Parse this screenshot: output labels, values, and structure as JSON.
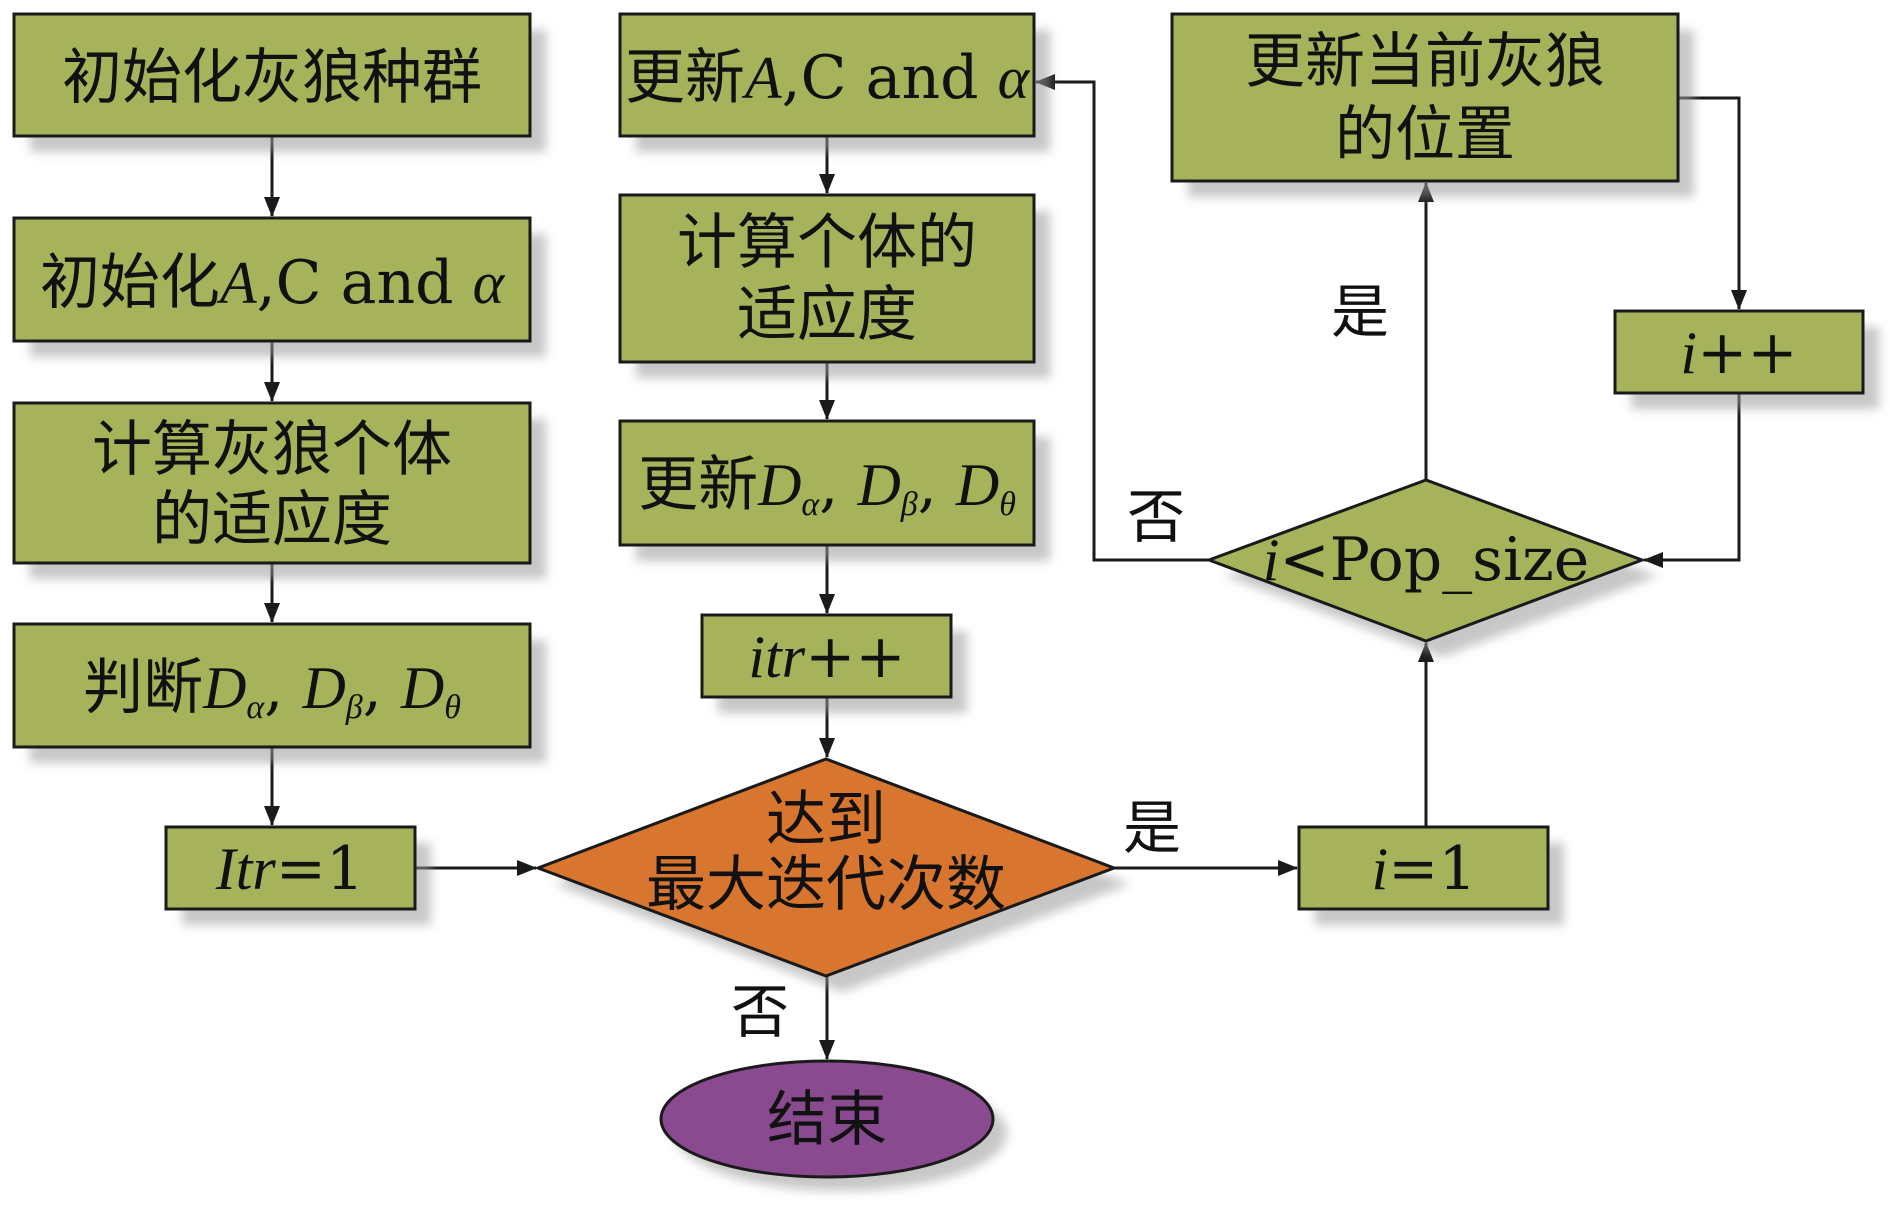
{
  "diagram": {
    "type": "flowchart",
    "colors": {
      "process": "#a6b35a",
      "decision_main": "#d8752e",
      "decision_inner": "#a6b35a",
      "terminal": "#8a4a90",
      "stroke": "#1a1a1a"
    },
    "nodes": {
      "init_population": {
        "text": "初始化灰狼种群"
      },
      "init_params": {
        "prefix": "初始化",
        "A": "A",
        "sep": ",",
        "C": "C",
        "and": " and ",
        "alpha": "α"
      },
      "calc_wolf_fitness": {
        "line1": "计算灰狼个体",
        "line2": "的适应度"
      },
      "judge_d": {
        "prefix": "判断",
        "D": "D",
        "s1": "α",
        "s2": "β",
        "s3": "θ",
        "comma": ", "
      },
      "itr_init": {
        "var": "Itr",
        "rest": "=1"
      },
      "update_params": {
        "prefix": "更新",
        "A": "A",
        "sep": ",",
        "C": "C",
        "and": " and ",
        "alpha": "α"
      },
      "calc_fitness": {
        "line1": "计算个体的",
        "line2": "适应度"
      },
      "update_d": {
        "prefix": "更新",
        "D": "D",
        "s1": "α",
        "s2": "β",
        "s3": "θ",
        "comma": ", "
      },
      "itr_inc": {
        "var": "itr",
        "rest": "++"
      },
      "max_iter_decision": {
        "line1": "达到",
        "line2": "最大迭代次数"
      },
      "end": {
        "text": "结束"
      },
      "i_init": {
        "var": "i",
        "rest": "=1"
      },
      "pop_decision": {
        "var": "i",
        "rest": "<Pop_size"
      },
      "update_position": {
        "line1": "更新当前灰狼",
        "line2": "的位置"
      },
      "i_inc": {
        "var": "i",
        "rest": "++"
      }
    },
    "edge_labels": {
      "max_yes": "是",
      "max_no": "否",
      "pop_yes": "是",
      "pop_no": "否"
    }
  }
}
